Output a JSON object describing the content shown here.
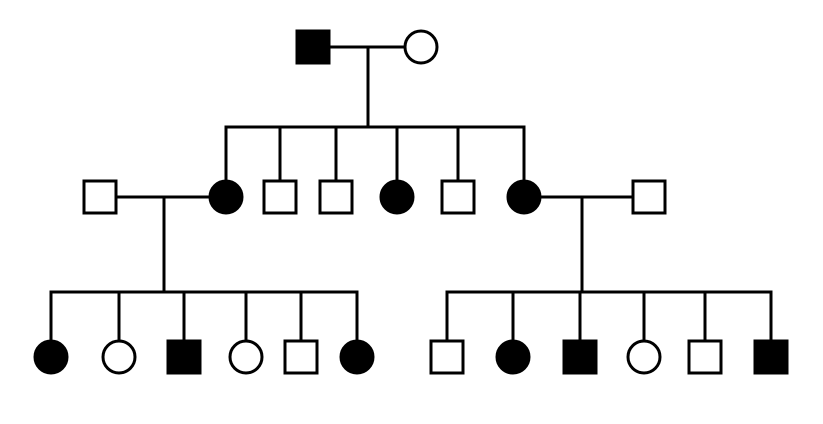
{
  "colors": {
    "affected": "#000000",
    "unaffected": "#ffffff",
    "stroke": "#000000",
    "background": "#ffffff"
  },
  "pedigree": {
    "generations": [
      [
        {
          "id": "g1-father",
          "sex": "male",
          "affected": true
        },
        {
          "id": "g1-mother",
          "sex": "female",
          "affected": false
        }
      ],
      [
        {
          "id": "g2-spouse-left",
          "sex": "male",
          "affected": false,
          "married_in": true
        },
        {
          "id": "g2-daughter-1",
          "sex": "female",
          "affected": true
        },
        {
          "id": "g2-son-1",
          "sex": "male",
          "affected": false
        },
        {
          "id": "g2-son-2",
          "sex": "male",
          "affected": false
        },
        {
          "id": "g2-daughter-2",
          "sex": "female",
          "affected": true
        },
        {
          "id": "g2-son-3",
          "sex": "male",
          "affected": false
        },
        {
          "id": "g2-daughter-3",
          "sex": "female",
          "affected": true
        },
        {
          "id": "g2-spouse-right",
          "sex": "male",
          "affected": false,
          "married_in": true
        }
      ],
      [
        {
          "id": "g3-a1",
          "sex": "female",
          "affected": true
        },
        {
          "id": "g3-a2",
          "sex": "female",
          "affected": false
        },
        {
          "id": "g3-a3",
          "sex": "male",
          "affected": true
        },
        {
          "id": "g3-a4",
          "sex": "female",
          "affected": false
        },
        {
          "id": "g3-a5",
          "sex": "male",
          "affected": false
        },
        {
          "id": "g3-a6",
          "sex": "female",
          "affected": true
        },
        {
          "id": "g3-b1",
          "sex": "male",
          "affected": false
        },
        {
          "id": "g3-b2",
          "sex": "female",
          "affected": true
        },
        {
          "id": "g3-b3",
          "sex": "male",
          "affected": true
        },
        {
          "id": "g3-b4",
          "sex": "female",
          "affected": false
        },
        {
          "id": "g3-b5",
          "sex": "male",
          "affected": false
        },
        {
          "id": "g3-b6",
          "sex": "male",
          "affected": true
        }
      ]
    ],
    "unions": [
      {
        "id": "union-g1",
        "partners": [
          "g1-father",
          "g1-mother"
        ],
        "children": [
          "g2-daughter-1",
          "g2-son-1",
          "g2-son-2",
          "g2-daughter-2",
          "g2-son-3",
          "g2-daughter-3"
        ]
      },
      {
        "id": "union-g2-left",
        "partners": [
          "g2-spouse-left",
          "g2-daughter-1"
        ],
        "children": [
          "g3-a1",
          "g3-a2",
          "g3-a3",
          "g3-a4",
          "g3-a5",
          "g3-a6"
        ]
      },
      {
        "id": "union-g2-right",
        "partners": [
          "g2-daughter-3",
          "g2-spouse-right"
        ],
        "children": [
          "g3-b1",
          "g3-b2",
          "g3-b3",
          "g3-b4",
          "g3-b5",
          "g3-b6"
        ]
      }
    ]
  }
}
